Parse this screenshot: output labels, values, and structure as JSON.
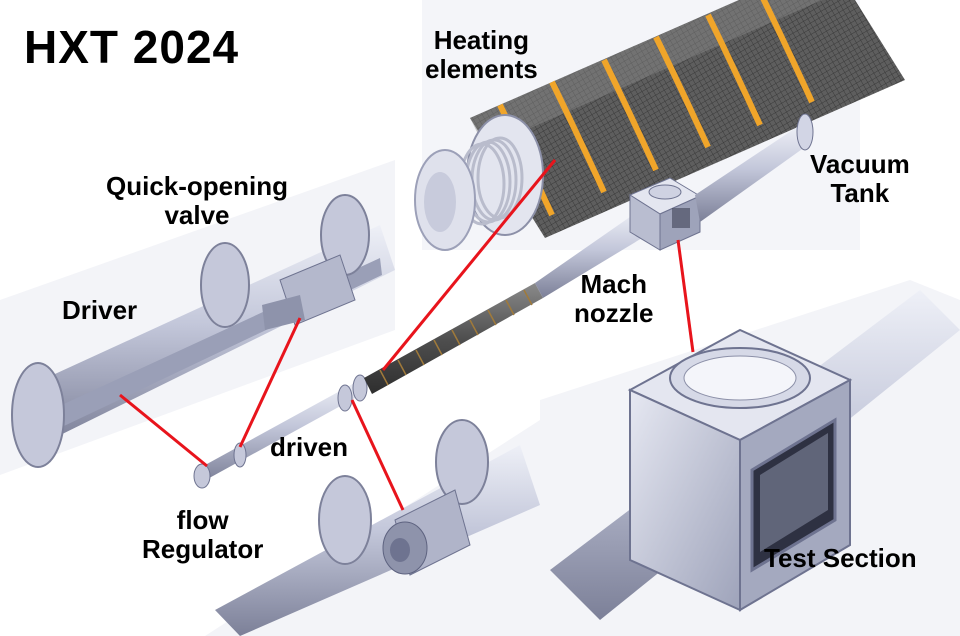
{
  "title": "HXT 2024",
  "labels": {
    "heating_line1": "Heating",
    "heating_line2": "elements",
    "quick_line1": "Quick-opening",
    "quick_line2": "valve",
    "driver": "Driver",
    "vacuum_line1": "Vacuum",
    "vacuum_line2": "Tank",
    "mach_line1": "Mach",
    "mach_line2": "nozzle",
    "driven": "driven",
    "flow_line1": "flow",
    "flow_line2": "Regulator",
    "test_section": "Test Section"
  },
  "colors": {
    "callout_line": "#e8141c",
    "metal_light": "#d8dbe8",
    "metal_mid": "#a6abc2",
    "metal_dark": "#6e7390",
    "heater_band": "#f0a52a",
    "heater_coil": "#5a5a5a",
    "text": "#000000",
    "background": "#ffffff"
  }
}
